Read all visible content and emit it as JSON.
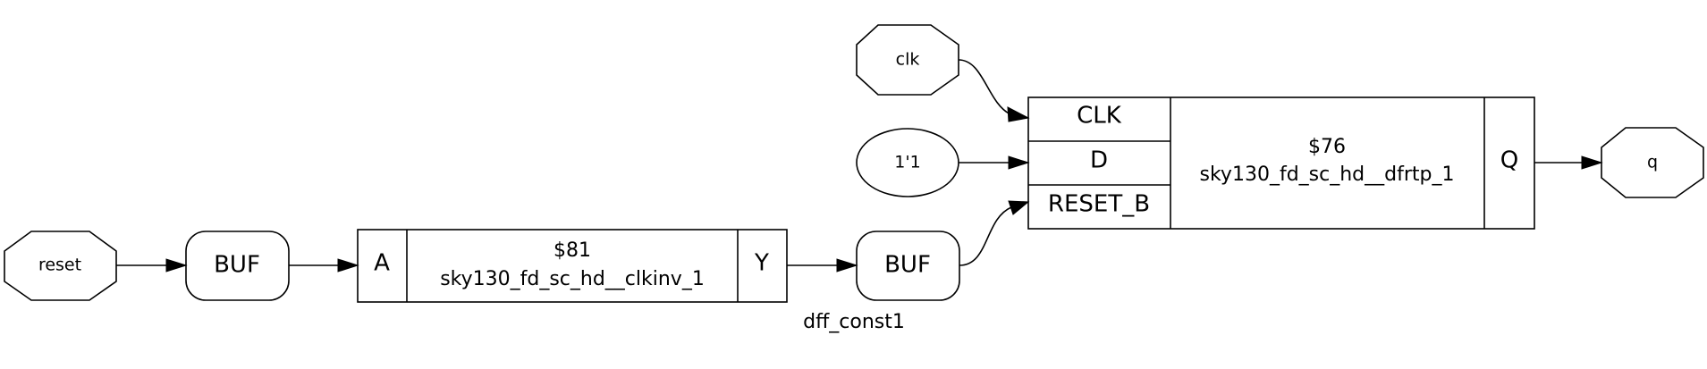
{
  "diagram": {
    "title": "dff_const1",
    "inputs": {
      "clk": "clk",
      "reset": "reset"
    },
    "outputs": {
      "q": "q"
    },
    "constant": "1'1",
    "buffers": {
      "reset_buf": "BUF",
      "out_buf": "BUF"
    },
    "clkinv_cell": {
      "id": "$81",
      "type": "sky130_fd_sc_hd__clkinv_1",
      "port_in": "A",
      "port_out": "Y"
    },
    "dff_cell": {
      "id": "$76",
      "type": "sky130_fd_sc_hd__dfrtp_1",
      "port_clk": "CLK",
      "port_d": "D",
      "port_reset": "RESET_B",
      "port_out": "Q"
    }
  }
}
